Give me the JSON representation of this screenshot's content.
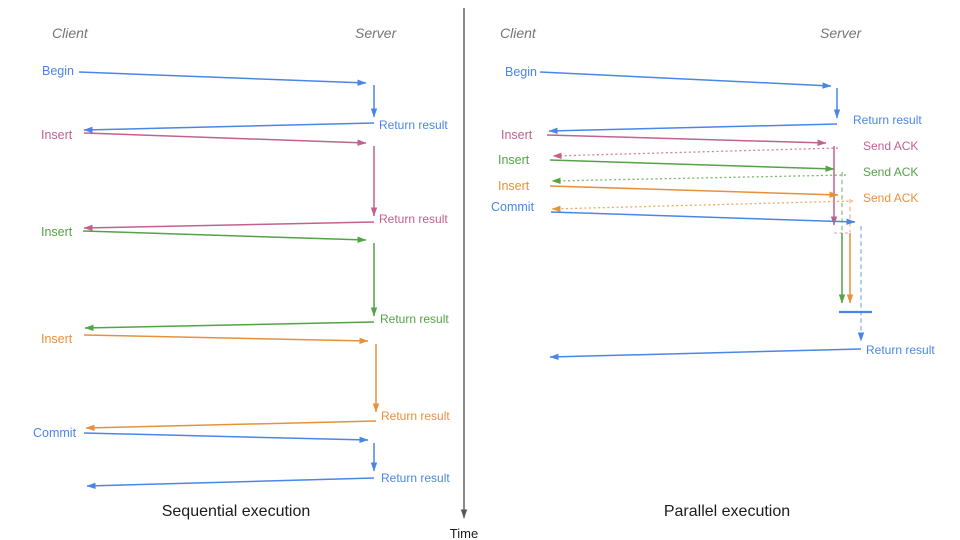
{
  "colors": {
    "blue": "#4a86e8",
    "pink": "#c2618f",
    "green": "#54a346",
    "orange": "#e8913c",
    "header_gray": "#757575",
    "axis_gray": "#58595b",
    "title_black": "#1c1c1c"
  },
  "time_axis": {
    "label": "Time"
  },
  "sequential": {
    "title": "Sequential execution",
    "client_header": "Client",
    "server_header": "Server",
    "operations": [
      {
        "label": "Begin",
        "response": "Return result",
        "color": "blue"
      },
      {
        "label": "Insert",
        "response": "Return result",
        "color": "pink"
      },
      {
        "label": "Insert",
        "response": "Return result",
        "color": "green"
      },
      {
        "label": "Insert",
        "response": "Return result",
        "color": "orange"
      },
      {
        "label": "Commit",
        "response": "Return result",
        "color": "blue"
      }
    ]
  },
  "parallel": {
    "title": "Parallel execution",
    "client_header": "Client",
    "server_header": "Server",
    "operations": [
      {
        "label": "Begin",
        "response": "Return result",
        "color": "blue"
      },
      {
        "label": "Insert",
        "response": "Send ACK",
        "color": "pink"
      },
      {
        "label": "Insert",
        "response": "Send ACK",
        "color": "green"
      },
      {
        "label": "Insert",
        "response": "Send ACK",
        "color": "orange"
      },
      {
        "label": "Commit",
        "response": "Return result",
        "color": "blue"
      }
    ]
  }
}
